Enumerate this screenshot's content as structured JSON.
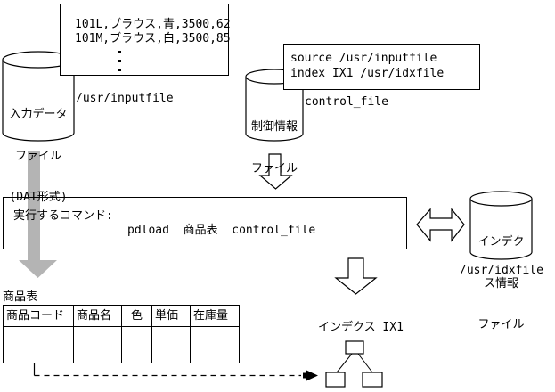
{
  "sample_box": {
    "rows": [
      "101L,ブラウス,青,3500,62",
      "101M,ブラウス,白,3500,85"
    ]
  },
  "input_file": {
    "label": [
      "入力データ",
      "ファイル",
      "(DAT形式)"
    ],
    "path": "/usr/inputfile"
  },
  "control_box": {
    "lines": [
      "source /usr/inputfile",
      "index IX1 /usr/idxfile"
    ]
  },
  "control_file": {
    "label": [
      "制御情報",
      "ファイル"
    ],
    "name": "control_file"
  },
  "command_box": {
    "title": "実行するコマンド:",
    "command": "pdload  商品表  control_file"
  },
  "index_file": {
    "label": [
      "インデク",
      "ス情報",
      "ファイル"
    ],
    "path": "/usr/idxfile"
  },
  "product_table": {
    "title": "商品表",
    "headers": [
      "商品コード",
      "商品名",
      "色",
      "単価",
      "在庫量"
    ]
  },
  "index_tree": {
    "label": "インデクス IX1"
  },
  "colors": {
    "bulk_arrow_gray": "#b4b4b4",
    "line_black": "#000000",
    "background_white": "#ffffff"
  },
  "icons": {
    "vertical-ellipsis-icon": "⋮",
    "flow-down-arrow-icon": "⇩",
    "sync-double-arrow-icon": "⇔",
    "dashed-pointer-arrow-icon": "➤"
  }
}
